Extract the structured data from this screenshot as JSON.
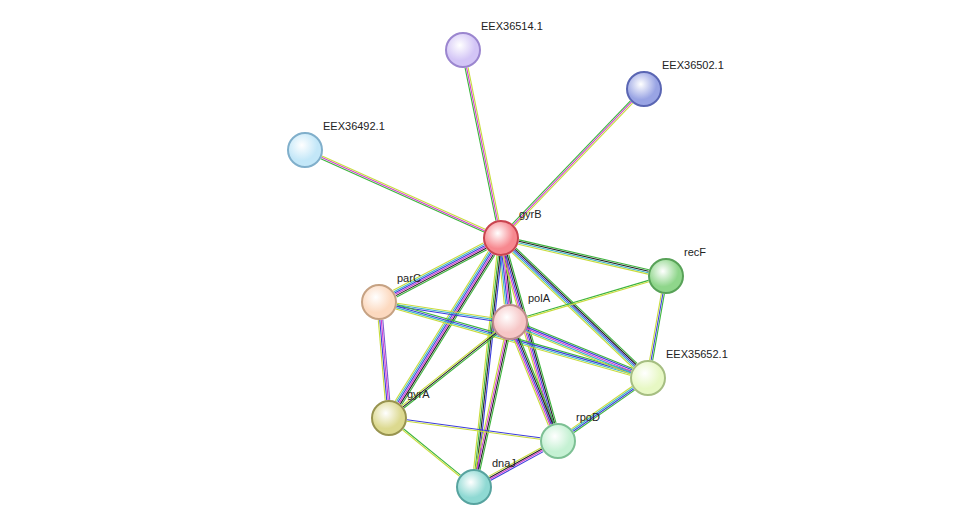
{
  "diagram": {
    "nodes": [
      {
        "text": [
          "EEX36514.1"
        ]
      },
      {
        "text": [
          "EEX36502.1"
        ]
      },
      {
        "text": [
          "EEX36492.1"
        ]
      },
      {
        "text": [
          "gyrB"
        ]
      },
      {
        "text": [
          "recF"
        ]
      },
      {
        "text": [
          "parC"
        ]
      },
      {
        "text": [
          "polA"
        ]
      },
      {
        "text": [
          "EEX35652.1"
        ]
      },
      {
        "text": [
          "gyrA"
        ]
      },
      {
        "text": [
          "rpoD"
        ]
      },
      {
        "text": [
          "dnaJ"
        ]
      }
    ],
    "edges": [
      {
        "from": 3,
        "to": 0,
        "arrow": "none"
      },
      {
        "from": 3,
        "to": 1,
        "arrow": "none"
      },
      {
        "from": 3,
        "to": 2,
        "arrow": "none"
      },
      {
        "from": 3,
        "to": 4,
        "arrow": "none"
      },
      {
        "from": 3,
        "to": 5,
        "arrow": "none"
      },
      {
        "from": 3,
        "to": 6,
        "arrow": "none"
      },
      {
        "from": 3,
        "to": 7,
        "arrow": "none"
      },
      {
        "from": 3,
        "to": 8,
        "arrow": "none"
      },
      {
        "from": 3,
        "to": 9,
        "arrow": "none"
      },
      {
        "from": 3,
        "to": 10,
        "arrow": "none"
      },
      {
        "from": 5,
        "to": 6,
        "arrow": "none"
      },
      {
        "from": 5,
        "to": 7,
        "arrow": "none"
      },
      {
        "from": 5,
        "to": 8,
        "arrow": "none"
      },
      {
        "from": 6,
        "to": 4,
        "arrow": "none"
      },
      {
        "from": 6,
        "to": 7,
        "arrow": "none"
      },
      {
        "from": 6,
        "to": 8,
        "arrow": "none"
      },
      {
        "from": 6,
        "to": 9,
        "arrow": "none"
      },
      {
        "from": 6,
        "to": 10,
        "arrow": "none"
      },
      {
        "from": 4,
        "to": 7,
        "arrow": "none"
      },
      {
        "from": 7,
        "to": 9,
        "arrow": "none"
      },
      {
        "from": 8,
        "to": 9,
        "arrow": "none"
      },
      {
        "from": 8,
        "to": 10,
        "arrow": "none"
      },
      {
        "from": 9,
        "to": 10,
        "arrow": "none"
      }
    ]
  }
}
